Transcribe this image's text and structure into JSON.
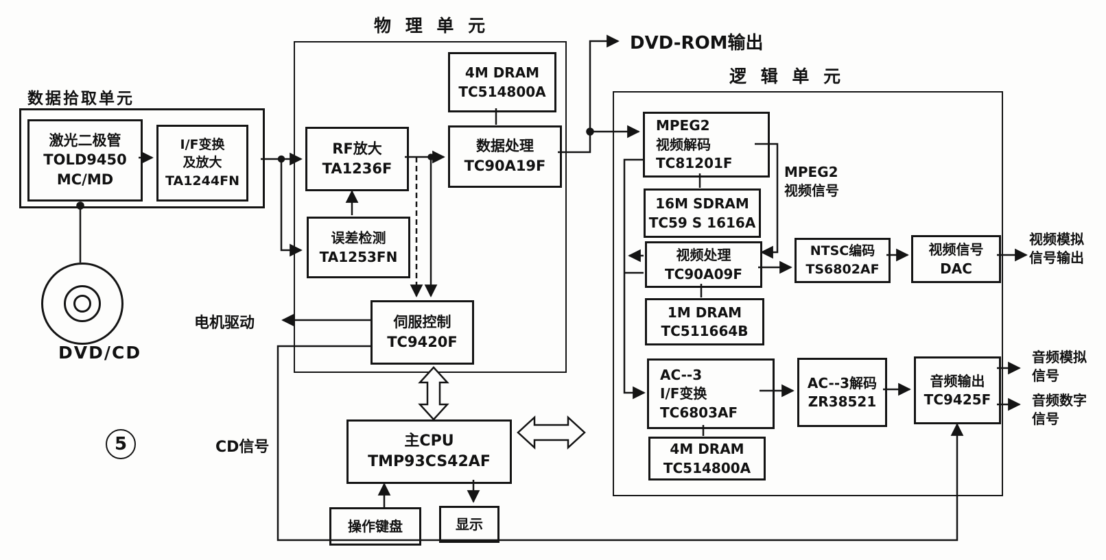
{
  "figure": {
    "number": "5"
  },
  "sections": {
    "pickup": {
      "title": "数据拾取单元"
    },
    "physical": {
      "title": "物 理 单 元"
    },
    "logic": {
      "title": "逻 辑 单 元"
    }
  },
  "blocks": {
    "laser": [
      "激光二极管",
      "TOLD9450",
      "MC/MD"
    ],
    "if_conv": [
      "I/F变换",
      "及放大",
      "TA1244FN"
    ],
    "dram4m_phys": [
      "4M DRAM",
      "TC514800A"
    ],
    "rf_amp": [
      "RF放大",
      "TA1236F"
    ],
    "data_proc": [
      "数据处理",
      "TC90A19F"
    ],
    "error_detect": [
      "误差检测",
      "TA1253FN"
    ],
    "servo": [
      "伺服控制",
      "TC9420F"
    ],
    "mpeg2_decoder": [
      "MPEG2",
      "视频解码",
      "TC81201F"
    ],
    "sdram16m": [
      "16M SDRAM",
      "TC59 S 1616A"
    ],
    "video_proc": [
      "视频处理",
      "TC90A09F"
    ],
    "dram1m": [
      "1M DRAM",
      "TC511664B"
    ],
    "ntsc_encoder": [
      "NTSC编码",
      "TS6802AF"
    ],
    "video_dac": [
      "视频信号",
      "DAC"
    ],
    "ac3_if": [
      "AC--3",
      "I/F变换",
      "TC6803AF"
    ],
    "dram4m_logic": [
      "4M DRAM",
      "TC514800A"
    ],
    "ac3_decoder": [
      "AC--3解码",
      "ZR38521"
    ],
    "audio_out": [
      "音频输出",
      "TC9425F"
    ],
    "main_cpu": [
      "主CPU",
      "TMP93CS42AF"
    ],
    "keyboard": [
      "操作键盘"
    ],
    "display": [
      "显示"
    ]
  },
  "labels": {
    "dvd_rom_out": "DVD-ROM输出",
    "mpeg2_signal": [
      "MPEG2",
      "视频信号"
    ],
    "video_analog_out": [
      "视频模拟",
      "信号输出"
    ],
    "audio_analog": [
      "音频模拟",
      "信号"
    ],
    "audio_digital": [
      "音频数字",
      "信号"
    ],
    "motor_drive": "电机驱动",
    "cd_signal": "CD信号",
    "disc": "DVD/CD"
  },
  "colors": {
    "ink": "#141414",
    "paper": "#fdfdfc"
  }
}
